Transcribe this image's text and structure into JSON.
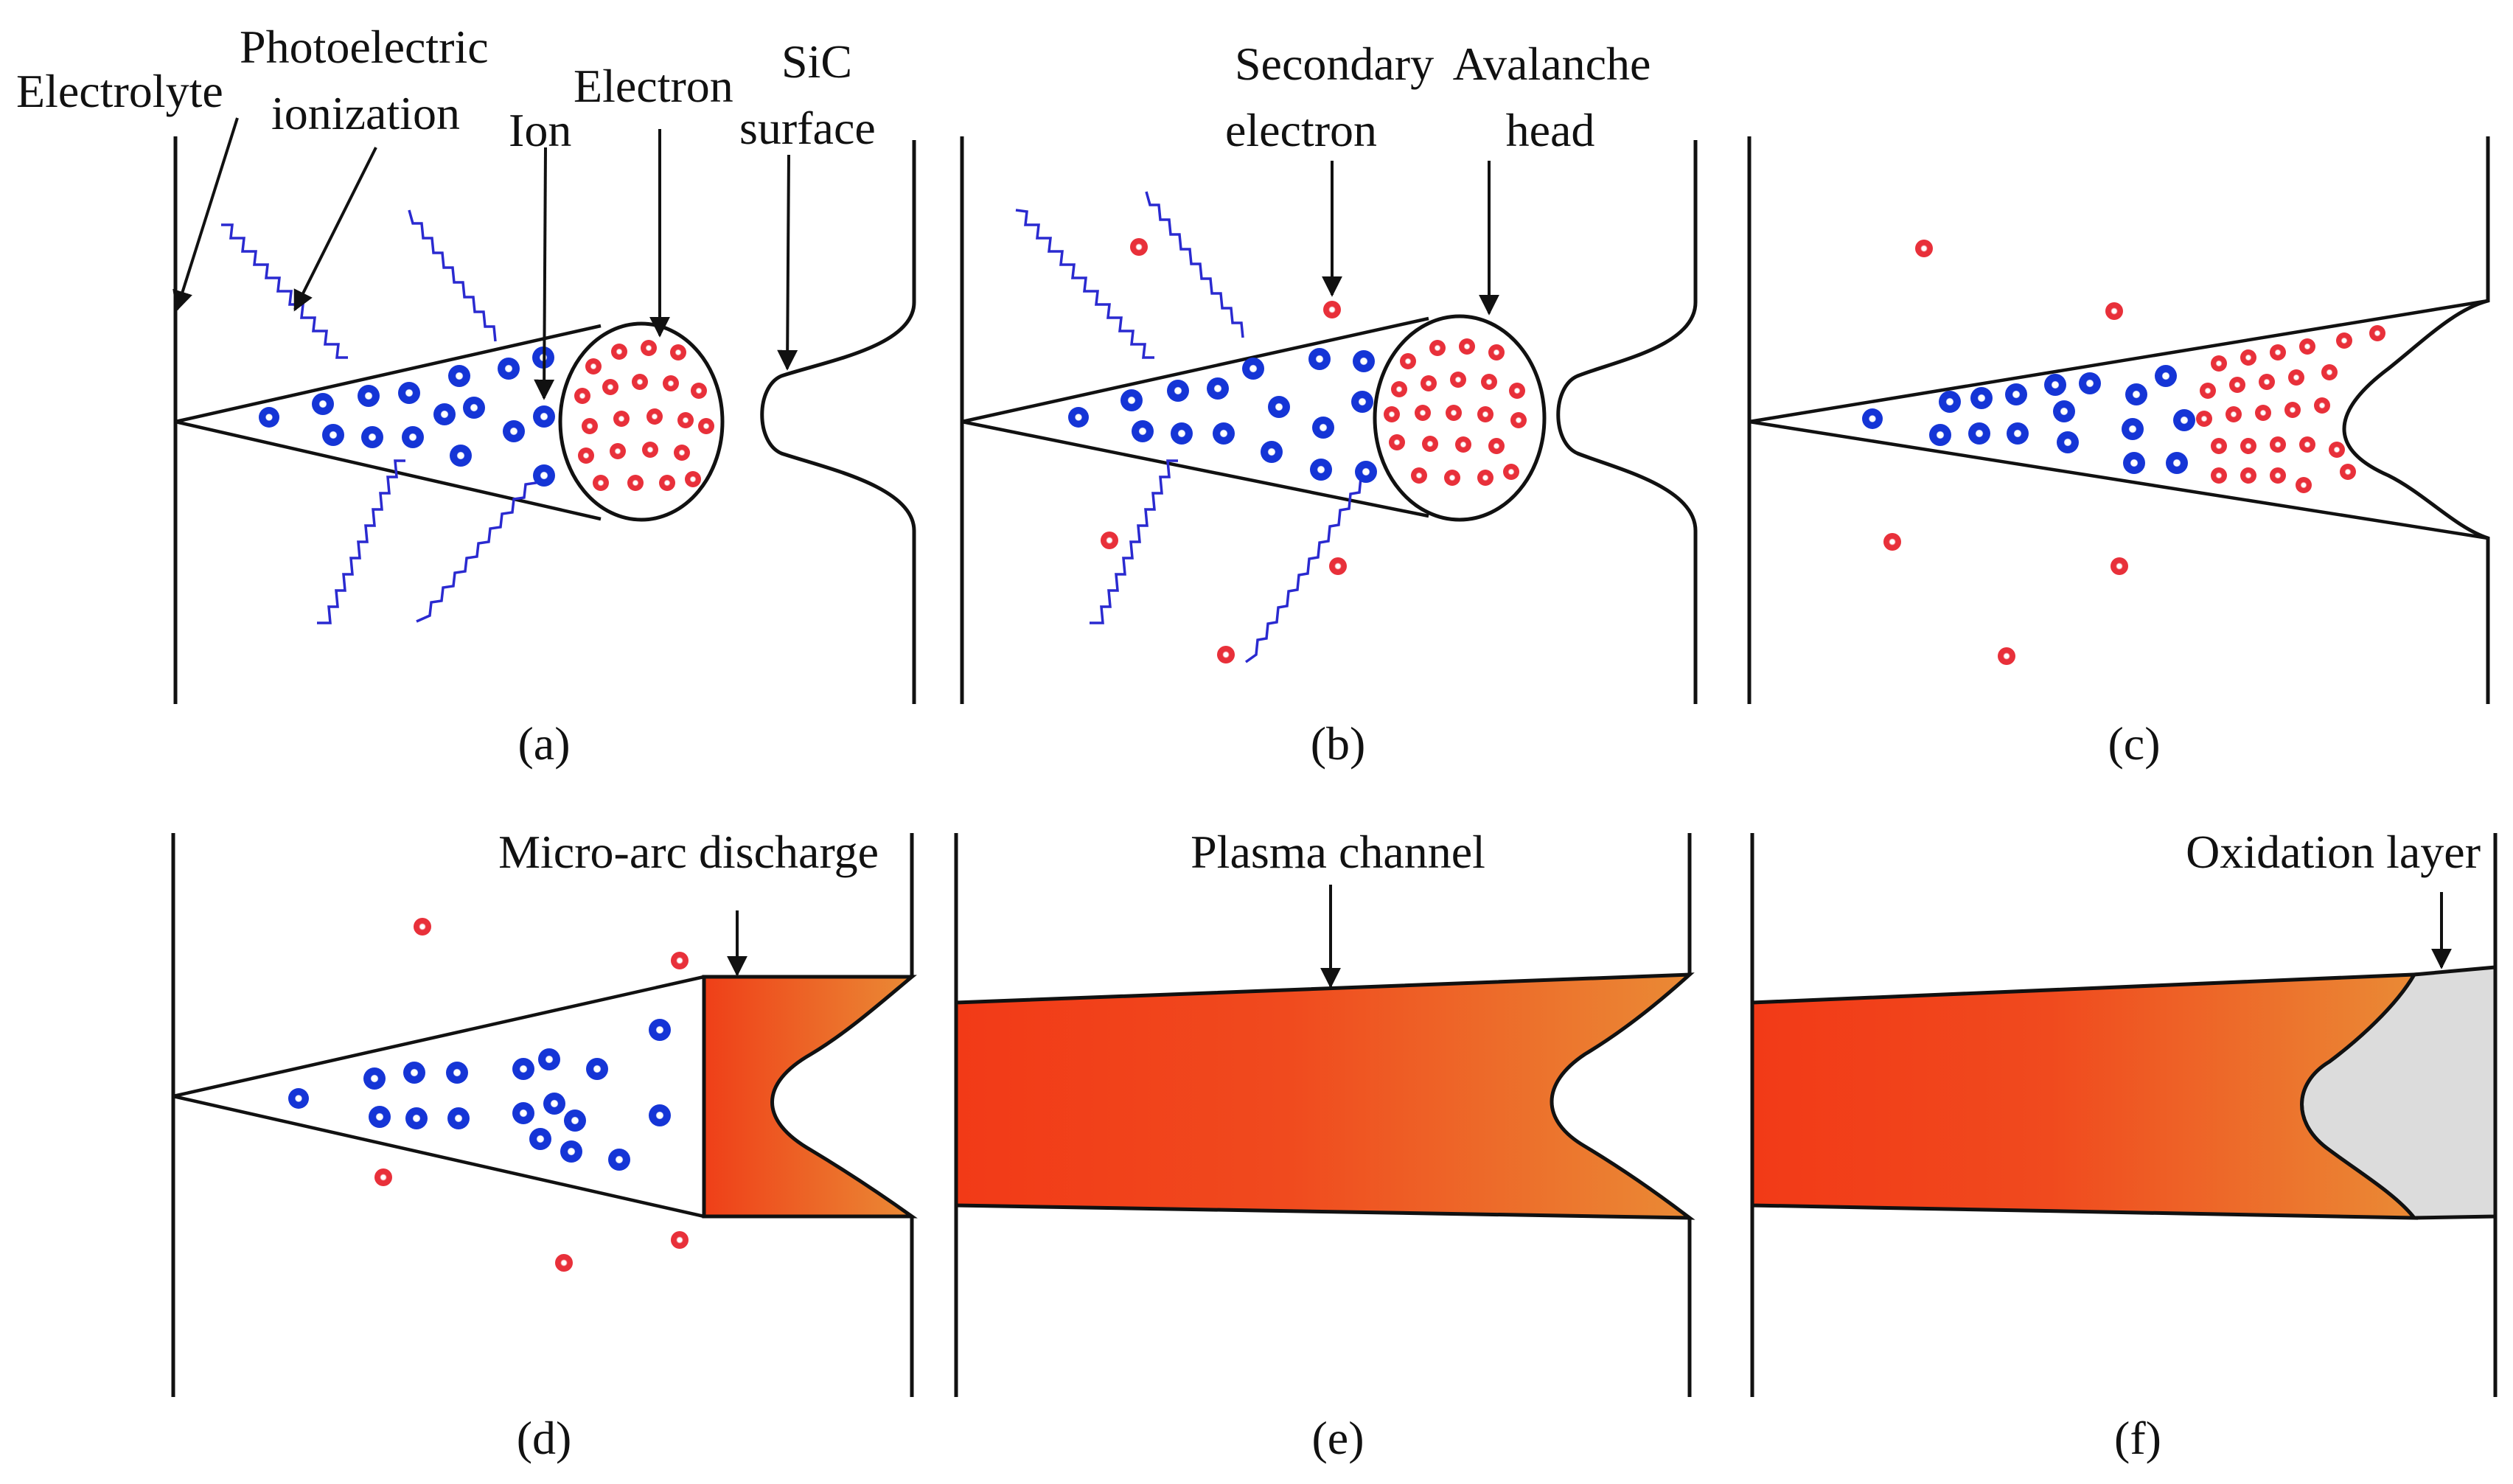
{
  "labels": {
    "electrolyte": "Electrolyte",
    "photoelectric_line1": "Photoelectric",
    "photoelectric_line2": "ionization",
    "ion": "Ion",
    "electron": "Electron",
    "sic_line1": "SiC",
    "sic_line2": "surface",
    "secondary_line1": "Secondary",
    "secondary_line2": "electron",
    "avalanche_line1": "Avalanche",
    "avalanche_line2": "head",
    "micro_arc": "Micro-arc discharge",
    "plasma_channel": "Plasma channel",
    "oxidation_layer": "Oxidation layer"
  },
  "panels": [
    {
      "id": "a",
      "caption": "(a)"
    },
    {
      "id": "b",
      "caption": "(b)"
    },
    {
      "id": "c",
      "caption": "(c)"
    },
    {
      "id": "d",
      "caption": "(d)"
    },
    {
      "id": "e",
      "caption": "(e)"
    },
    {
      "id": "f",
      "caption": "(f)"
    }
  ],
  "colors": {
    "line": "#111111",
    "ion": "#1535d6",
    "electron": "#e8303a",
    "ionization_wave": "#2a2ad0",
    "plasma_start": "#f23a17",
    "plasma_end": "#ea8a35",
    "oxidation_layer": "#dcdcdc"
  }
}
